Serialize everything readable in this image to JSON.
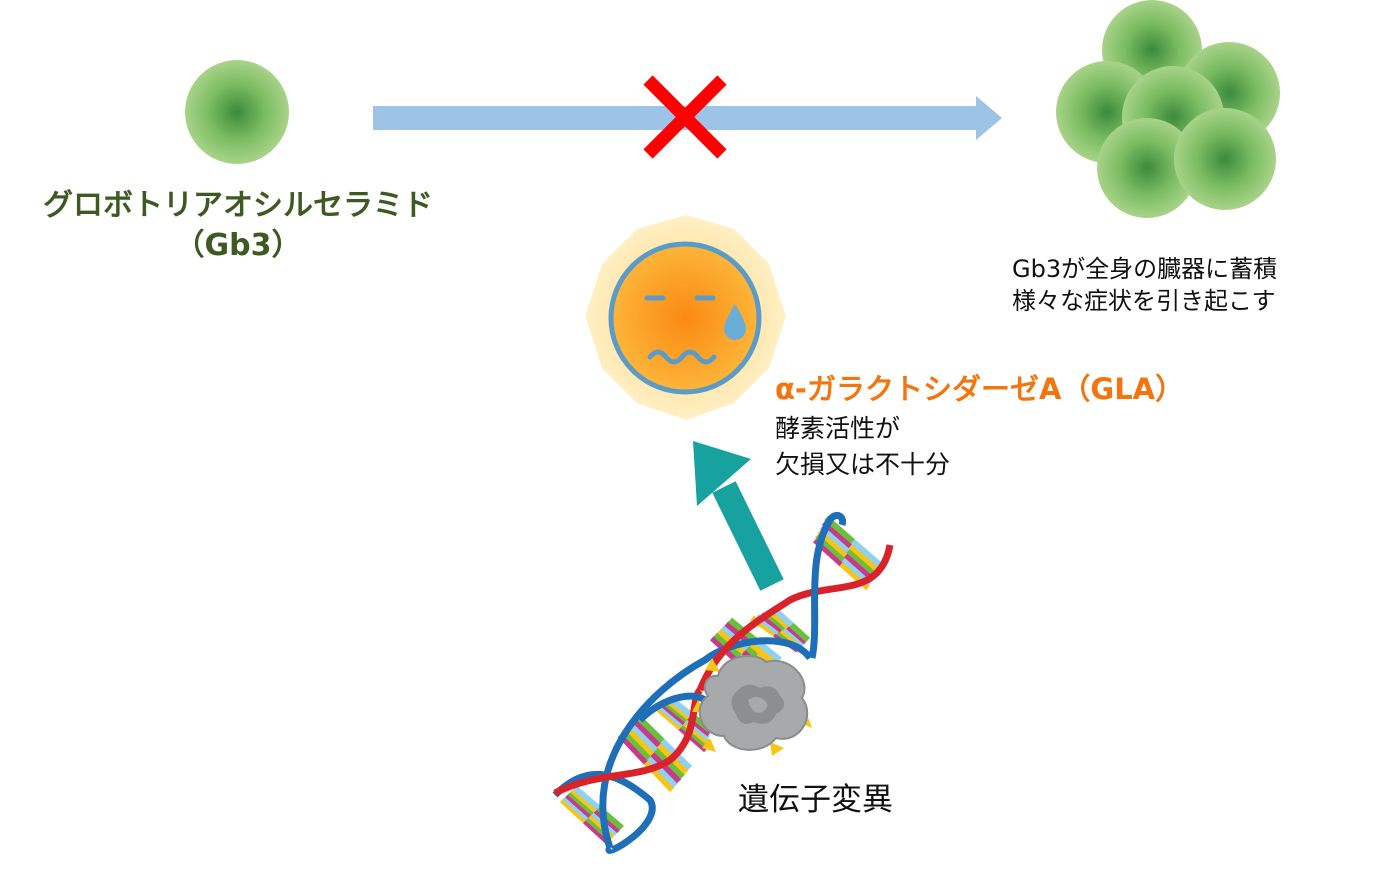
{
  "substrate": {
    "name": "グロボトリアオシルセラミド",
    "abbr": "（Gb3）"
  },
  "accumulation": {
    "lines": [
      "Gb3が全身の臓器に蓄積",
      "様々な症状を引き起こす"
    ]
  },
  "enzyme": {
    "name": "α-ガラクトシダーゼA（GLA）",
    "lines": [
      "酵素活性が",
      "欠損又は不十分"
    ]
  },
  "mutation": {
    "label": "遺伝子変異"
  },
  "icons": {
    "substrate": "green-cell-icon",
    "blocked": "red-x-icon",
    "accumulation": "cell-cluster-icon",
    "enzyme": "sad-face-icon",
    "gene": "dna-helix-icon",
    "damage": "damage-cloud-icon"
  },
  "colors": {
    "substrate_text": "#3e5a23",
    "enzyme_text": "#f2750d",
    "arrow": "#9dc3e6",
    "cross": "#ff0000",
    "teal_arrow": "#17a2a0"
  }
}
